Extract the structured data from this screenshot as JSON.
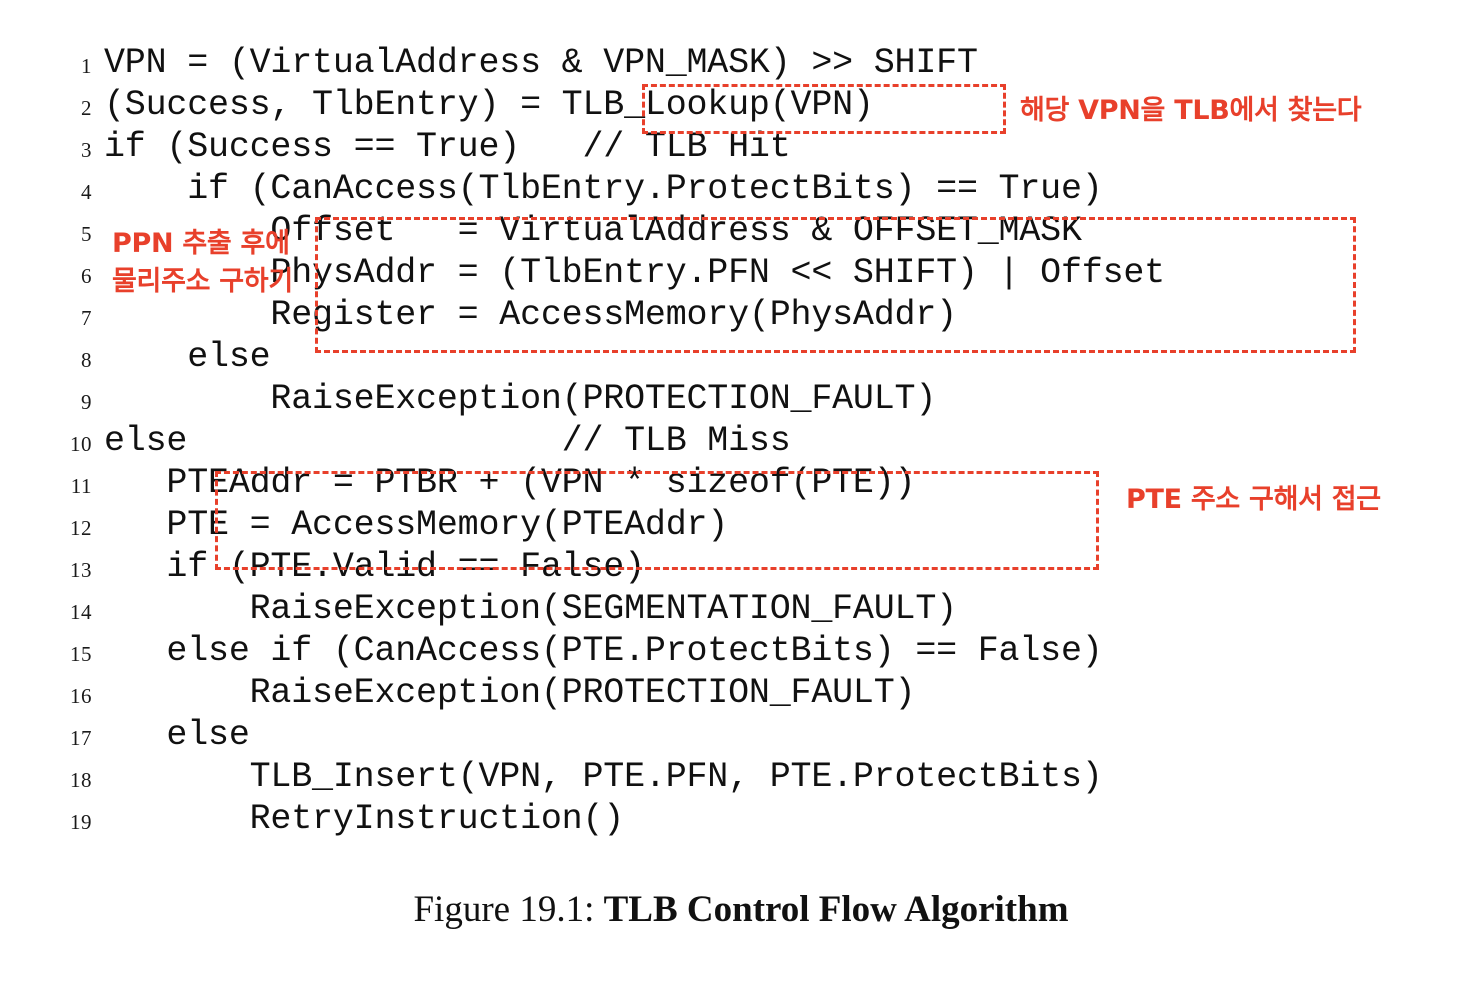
{
  "figure": {
    "caption_label": "Figure 19.1:",
    "caption_title": "TLB Control Flow Algorithm"
  },
  "colors": {
    "accent_red": "#E8402B",
    "text": "#111111",
    "background": "#FFFFFF"
  },
  "code": {
    "language": "pseudocode",
    "lines": [
      {
        "n": "1",
        "text": "VPN = (VirtualAddress & VPN_MASK) >> SHIFT"
      },
      {
        "n": "2",
        "text": "(Success, TlbEntry) = TLB_Lookup(VPN)"
      },
      {
        "n": "3",
        "text": "if (Success == True)   // TLB Hit"
      },
      {
        "n": "4",
        "text": "    if (CanAccess(TlbEntry.ProtectBits) == True)"
      },
      {
        "n": "5",
        "text": "        Offset   = VirtualAddress & OFFSET_MASK"
      },
      {
        "n": "6",
        "text": "        PhysAddr = (TlbEntry.PFN << SHIFT) | Offset"
      },
      {
        "n": "7",
        "text": "        Register = AccessMemory(PhysAddr)"
      },
      {
        "n": "8",
        "text": "    else"
      },
      {
        "n": "9",
        "text": "        RaiseException(PROTECTION_FAULT)"
      },
      {
        "n": "10",
        "text": "else                  // TLB Miss"
      },
      {
        "n": "11",
        "text": "   PTEAddr = PTBR + (VPN * sizeof(PTE))"
      },
      {
        "n": "12",
        "text": "   PTE = AccessMemory(PTEAddr)"
      },
      {
        "n": "13",
        "text": "   if (PTE.Valid == False)"
      },
      {
        "n": "14",
        "text": "       RaiseException(SEGMENTATION_FAULT)"
      },
      {
        "n": "15",
        "text": "   else if (CanAccess(PTE.ProtectBits) == False)"
      },
      {
        "n": "16",
        "text": "       RaiseException(PROTECTION_FAULT)"
      },
      {
        "n": "17",
        "text": "   else"
      },
      {
        "n": "18",
        "text": "       TLB_Insert(VPN, PTE.PFN, PTE.ProtectBits)"
      },
      {
        "n": "19",
        "text": "       RetryInstruction()"
      }
    ]
  },
  "annotations": [
    {
      "id": "tlb-lookup",
      "text": "해당 VPN을 TLB에서 찾는다",
      "targets_lines": [
        "2"
      ]
    },
    {
      "id": "ppn",
      "text": "PPN 추출 후에\n물리주소 구하기",
      "targets_lines": [
        "5",
        "6",
        "7"
      ]
    },
    {
      "id": "pte",
      "text": "PTE 주소 구해서 접근",
      "targets_lines": [
        "11",
        "12"
      ]
    }
  ],
  "highlight_boxes": [
    {
      "id": "hl-tlb-lookup",
      "covers": "TLB_Lookup(VPN)"
    },
    {
      "id": "hl-physaddr",
      "covers": "Offset / PhysAddr / Register lines"
    },
    {
      "id": "hl-pteaddr",
      "covers": "PTEAddr / PTE lines"
    }
  ]
}
